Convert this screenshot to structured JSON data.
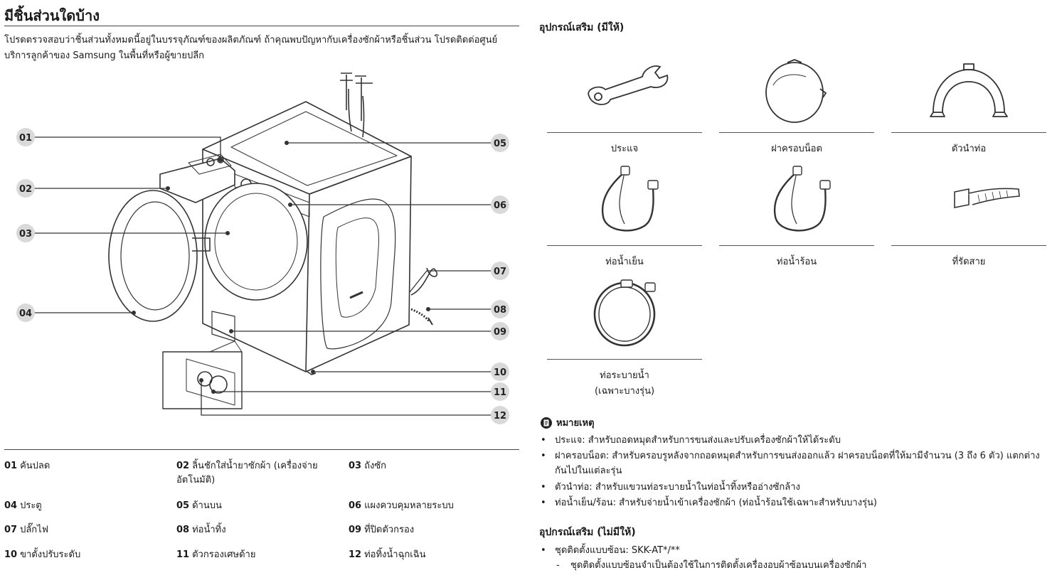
{
  "header": {
    "title": "มีชิ้นส่วนใดบ้าง",
    "intro": "โปรดตรวจสอบว่าชิ้นส่วนทั้งหมดนี้อยู่ในบรรจุภัณฑ์ของผลิตภัณฑ์ ถ้าคุณพบปัญหากับเครื่องซักผ้าหรือชิ้นส่วน โปรดติดต่อศูนย์บริการลูกค้าของ Samsung ในพื้นที่หรือผู้ขายปลีก"
  },
  "diagram": {
    "callouts": [
      "01",
      "02",
      "03",
      "04",
      "05",
      "06",
      "07",
      "08",
      "09",
      "10",
      "11",
      "12"
    ]
  },
  "parts": [
    {
      "num": "01",
      "name": "คันปลด"
    },
    {
      "num": "02",
      "name": "ลิ้นชักใส่น้ำยาซักผ้า (เครื่องจ่ายอัตโนมัติ)"
    },
    {
      "num": "03",
      "name": "ถังซัก"
    },
    {
      "num": "04",
      "name": "ประตู"
    },
    {
      "num": "05",
      "name": "ด้านบน"
    },
    {
      "num": "06",
      "name": "แผงควบคุมหลายระบบ"
    },
    {
      "num": "07",
      "name": "ปลั๊กไฟ"
    },
    {
      "num": "08",
      "name": "ท่อน้ำทิ้ง"
    },
    {
      "num": "09",
      "name": "ที่ปิดตัวกรอง"
    },
    {
      "num": "10",
      "name": "ขาตั้งปรับระดับ"
    },
    {
      "num": "11",
      "name": "ตัวกรองเศษด้าย"
    },
    {
      "num": "12",
      "name": "ท่อทิ้งน้ำฉุกเฉิน"
    }
  ],
  "accessories": {
    "title": "อุปกรณ์เสริม (มีให้)",
    "items": [
      {
        "label": "ประแจ",
        "icon": "spanner-icon"
      },
      {
        "label": "ฝาครอบน็อต",
        "icon": "bolt-cap-icon"
      },
      {
        "label": "ตัวนำท่อ",
        "icon": "hose-guide-icon"
      },
      {
        "label": "ท่อน้ำเย็น",
        "icon": "cold-hose-icon"
      },
      {
        "label": "ท่อน้ำร้อน",
        "icon": "hot-hose-icon"
      },
      {
        "label": "ที่รัดสาย",
        "icon": "cable-tie-icon"
      },
      {
        "label": "ท่อระบายน้ำ",
        "label2": "(เฉพาะบางรุ่น)",
        "icon": "drain-hose-icon"
      }
    ]
  },
  "note": {
    "title": "หมายเหตุ",
    "icon": "note-icon",
    "items": [
      "ประแจ: สำหรับถอดหมุดสำหรับการขนส่งและปรับเครื่องซักผ้าให้ได้ระดับ",
      "ฝาครอบน็อต: สำหรับครอบรูหลังจากถอดหมุดสำหรับการขนส่งออกแล้ว ฝาครอบน็อตที่ให้มามีจำนวน (3 ถึง 6 ตัว) แตกต่างกันไปในแต่ละรุ่น",
      "ตัวนำท่อ: สำหรับแขวนท่อระบายน้ำในท่อน้ำทิ้งหรืออ่างซักล้าง",
      "ท่อน้ำเย็น/ร้อน: สำหรับจ่ายน้ำเข้าเครื่องซักผ้า (ท่อน้ำร้อนใช้เฉพาะสำหรับบางรุ่น)"
    ]
  },
  "not_included": {
    "title": "อุปกรณ์เสริม (ไม่มีให้)",
    "item": "ชุดติดตั้งแบบซ้อน: SKK-AT*/**",
    "sub": "ชุดติดตั้งแบบซ้อนจำเป็นต้องใช้ในการติดตั้งเครื่องอบผ้าซ้อนบนเครื่องซักผ้า"
  }
}
